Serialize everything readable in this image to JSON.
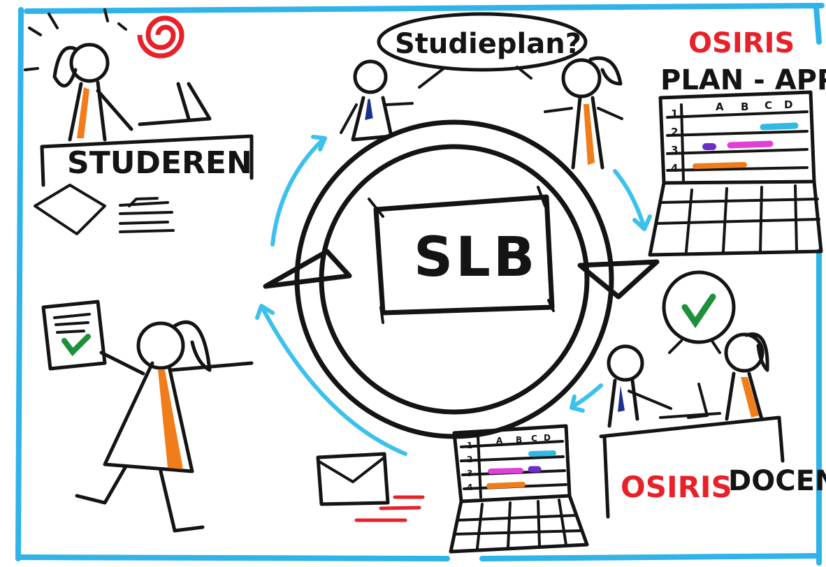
{
  "center": {
    "label": "SLB"
  },
  "speech": {
    "text": "Studieplan?"
  },
  "study_station": {
    "label": "STUDEREN"
  },
  "plan_app": {
    "brand": "OSIRIS",
    "label": "PLAN - APP",
    "columns": [
      "A",
      "B",
      "C",
      "D"
    ],
    "rows": [
      "1",
      "2",
      "3",
      "4"
    ]
  },
  "docent_station": {
    "brand": "OSIRIS",
    "label": "DOCENT"
  },
  "laptop_bottom": {
    "columns": [
      "A",
      "B",
      "C",
      "D"
    ],
    "rows": [
      "1",
      "2",
      "3",
      "4"
    ]
  },
  "colors": {
    "frame": "#2fb3e8",
    "arrow": "#3cc0ec",
    "accent_red": "#e8202a",
    "orange": "#f07d1a",
    "magenta": "#e040d8",
    "purple": "#6a2fc8",
    "cyan": "#32b8e4",
    "green": "#1e8f3a",
    "navy": "#1b2f8f"
  },
  "icons": [
    "spiral-icon",
    "envelope-icon",
    "checkmark-icon",
    "document-check-icon",
    "paper-stack-icon"
  ]
}
